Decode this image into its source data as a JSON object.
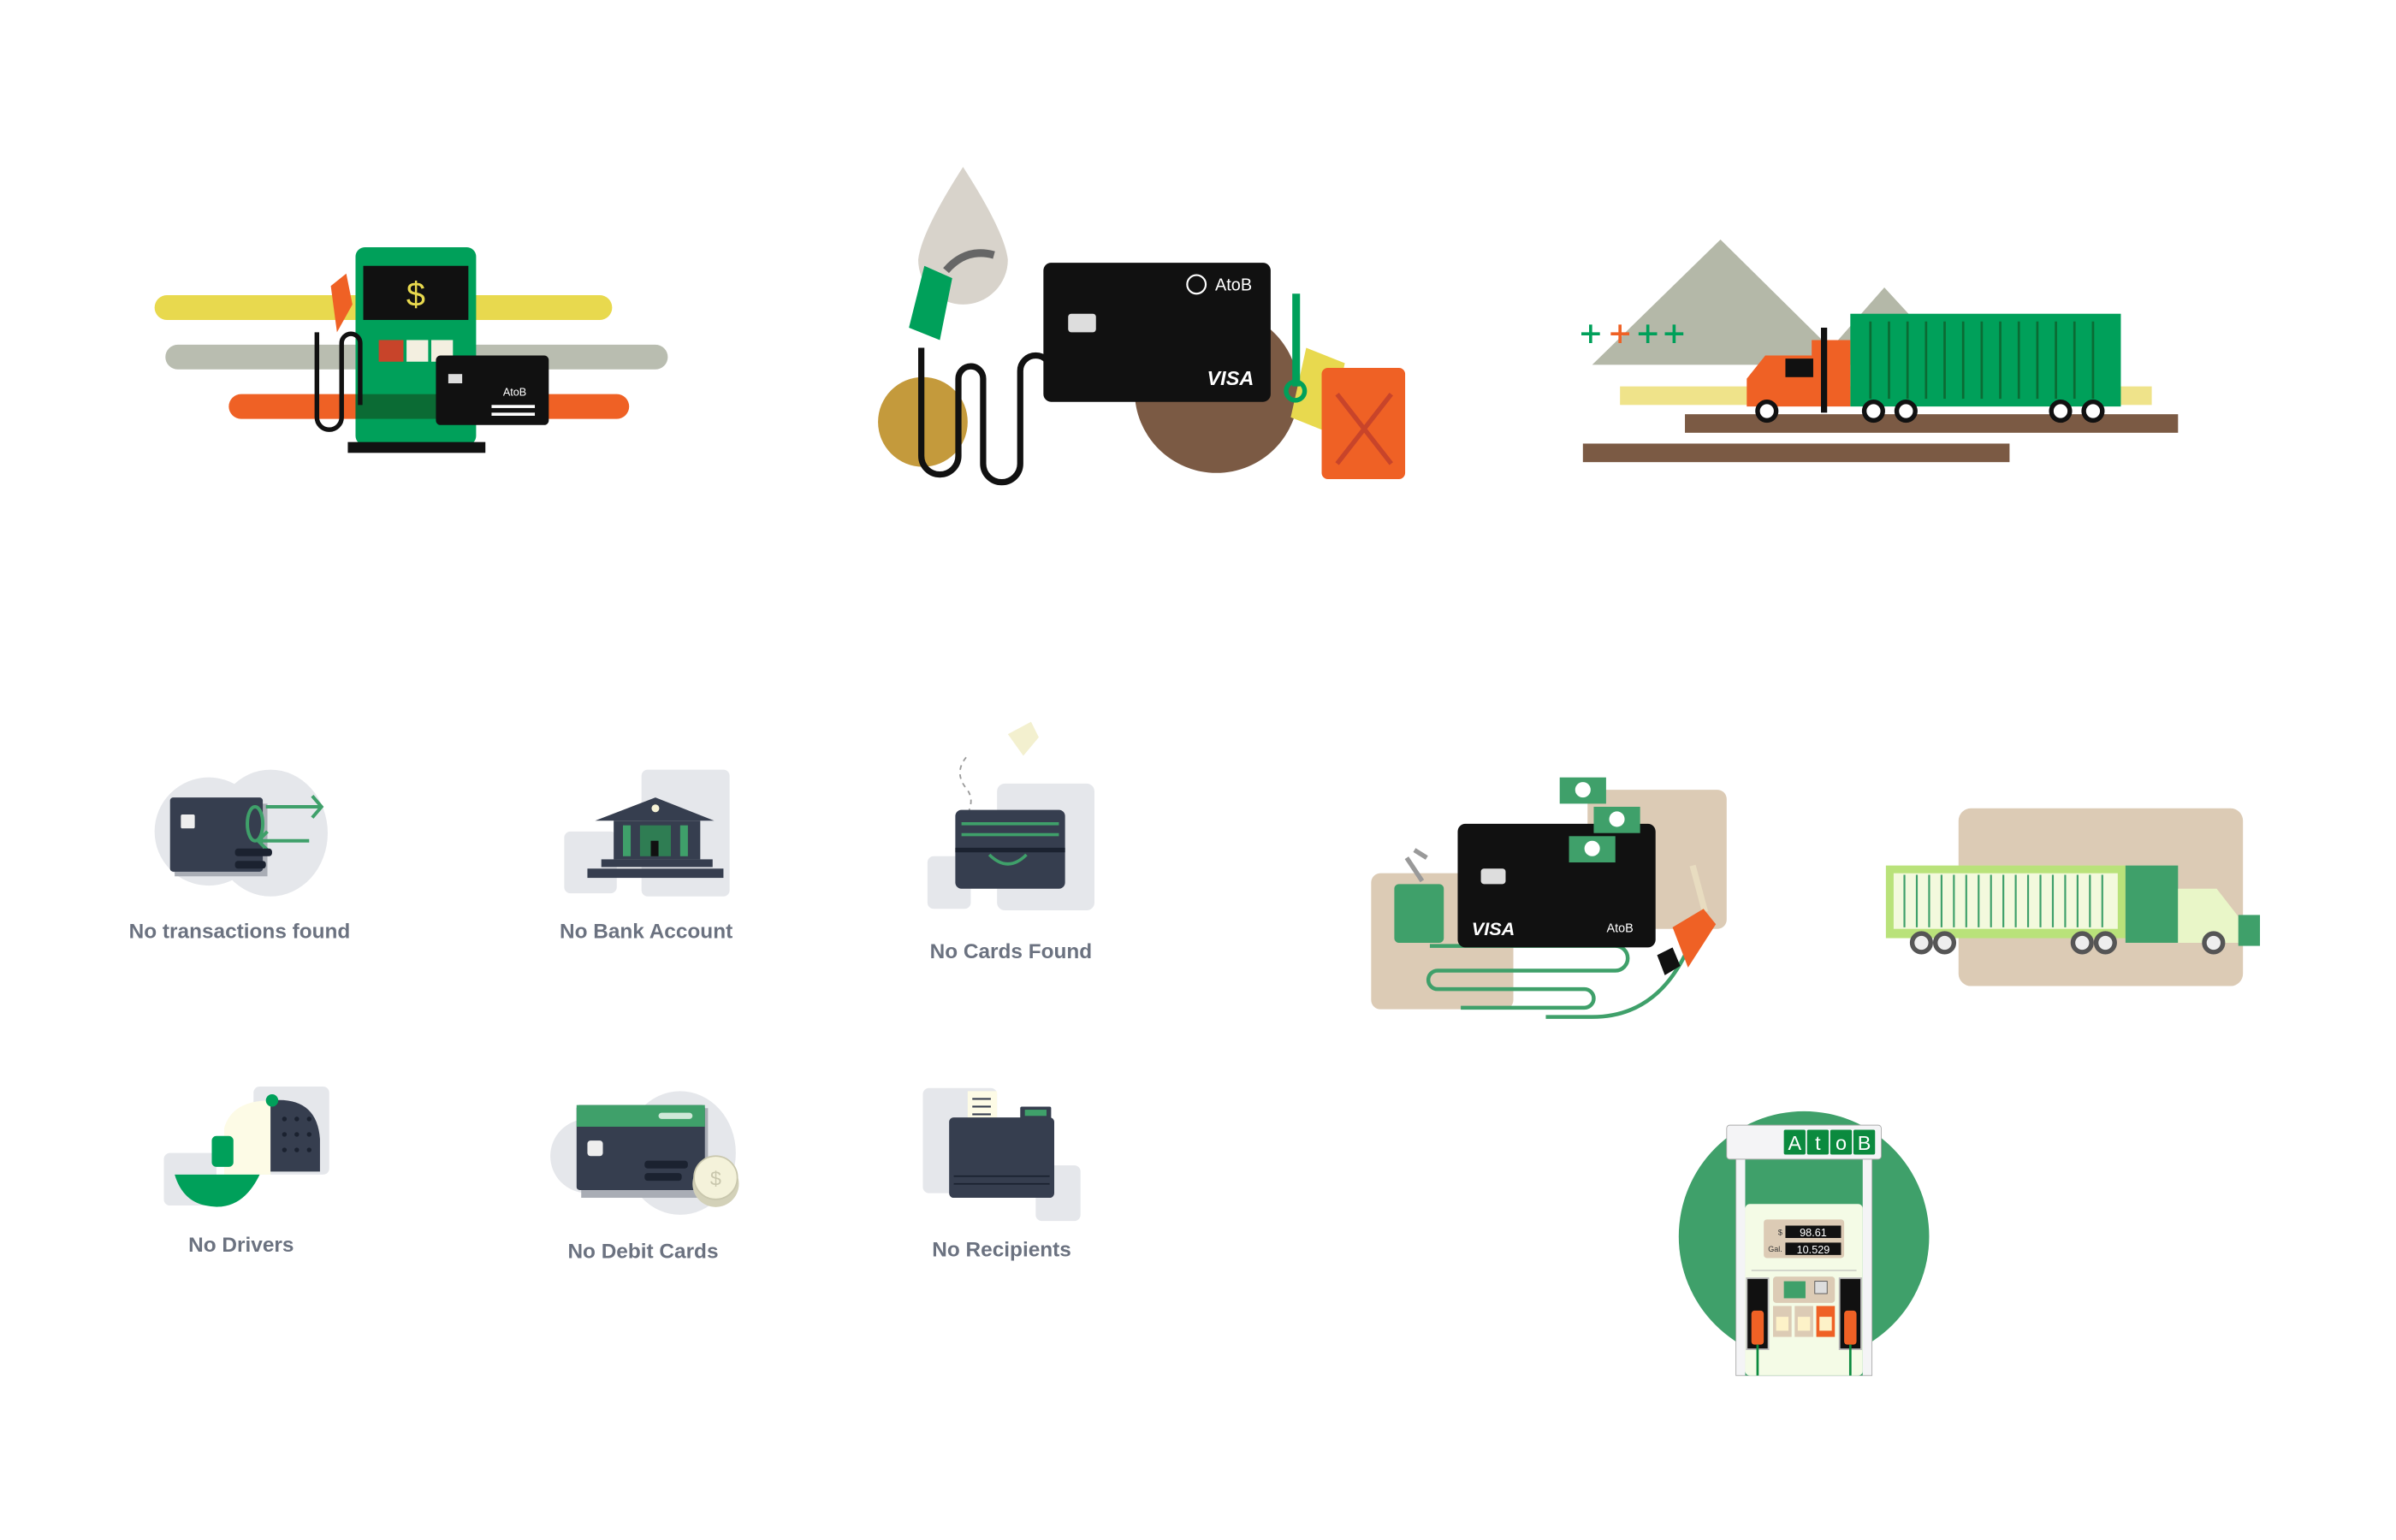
{
  "brand": {
    "name": "AtoB",
    "network": "VISA",
    "currency_symbol": "$"
  },
  "empty_states": [
    {
      "label": "No transactions found",
      "icon": "card-zero-transfer-icon"
    },
    {
      "label": "No Bank Account",
      "icon": "bank-icon"
    },
    {
      "label": "No Cards Found",
      "icon": "wallet-icon"
    },
    {
      "label": "No Drivers",
      "icon": "driver-cap-icon"
    },
    {
      "label": "No Debit Cards",
      "icon": "debit-card-coin-icon"
    },
    {
      "label": "No Recipients",
      "icon": "folder-receipt-icon"
    }
  ],
  "pump_sign": {
    "letters": [
      "A",
      "t",
      "o",
      "B"
    ]
  },
  "pump_display": {
    "dollar_label": "$",
    "dollar_value": "98.61",
    "gallon_label": "Gal.",
    "gallon_value": "10.529"
  },
  "colors": {
    "green": "#00a05a",
    "dark_green": "#0b8a3e",
    "orange": "#ef6125",
    "yellow": "#e8d94e",
    "navy": "#363e4f",
    "gray_bg": "#e5e7eb",
    "beige": "#dccbb5",
    "brown": "#7b5a44"
  }
}
